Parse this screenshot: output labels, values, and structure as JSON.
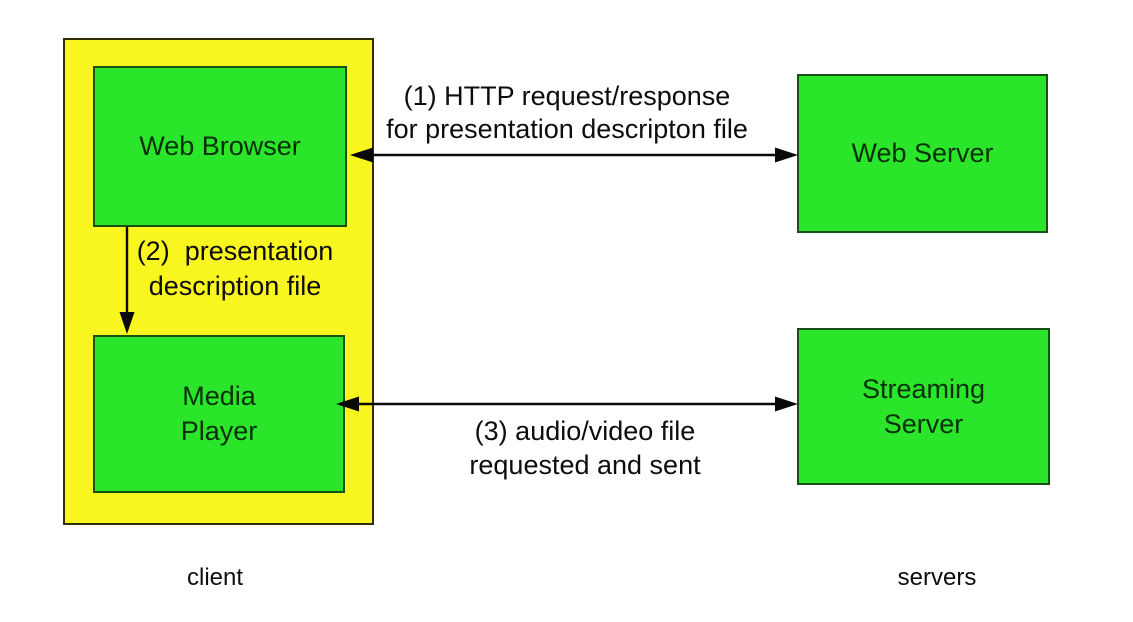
{
  "colors": {
    "box_green": "#2ae52a",
    "client_yellow": "#f9f51e",
    "green_border": "#155015",
    "yellow_border": "#2f2f05",
    "box_text": "#083008",
    "label_text": "#0d0d0d"
  },
  "client": {
    "caption": "client",
    "web_browser_label": "Web Browser",
    "media_player_line1": "Media",
    "media_player_line2": "Player"
  },
  "servers": {
    "caption": "servers",
    "web_server_label": "Web Server",
    "streaming_server_line1": "Streaming",
    "streaming_server_line2": "Server"
  },
  "arrow_labels": {
    "step1_line1": "(1) HTTP request/response",
    "step1_line2": "for presentation descripton file",
    "step2_line1": "(2)  presentation",
    "step2_line2": "description file",
    "step3_line1": "(3) audio/video file",
    "step3_line2": "requested and sent"
  }
}
